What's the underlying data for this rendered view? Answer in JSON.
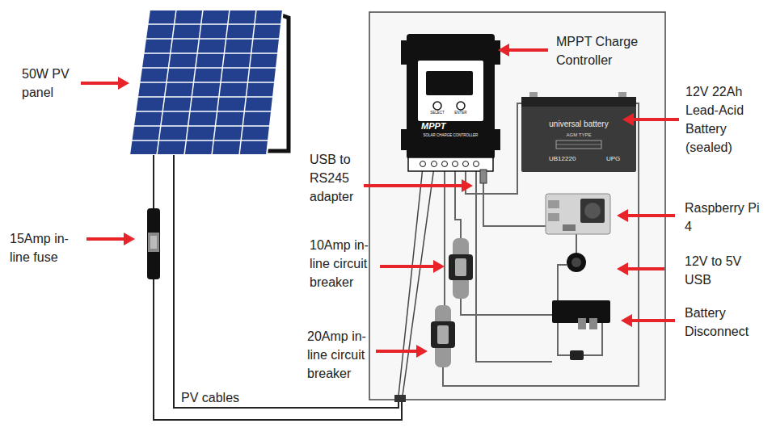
{
  "diagram": {
    "nodes": [
      {
        "text": [
          "SELECT",
          "ENTER",
          "MPPT",
          "SOLAR CHARGE CONTROLLER"
        ]
      },
      {
        "text": [
          "universal battery",
          "AGM TYPE",
          "UB12220",
          "UPG"
        ]
      }
    ],
    "labels": [
      "50W PV panel",
      "15Amp in-line fuse",
      "PV cables",
      "USB to RS245 adapter",
      "10Amp in-line circuit breaker",
      "20Amp in-line circuit breaker",
      "MPPT Charge Controller",
      "12V 22Ah Lead-Acid Battery (sealed)",
      "Raspberry Pi 4",
      "12V to 5V USB",
      "Battery Disconnect"
    ]
  }
}
